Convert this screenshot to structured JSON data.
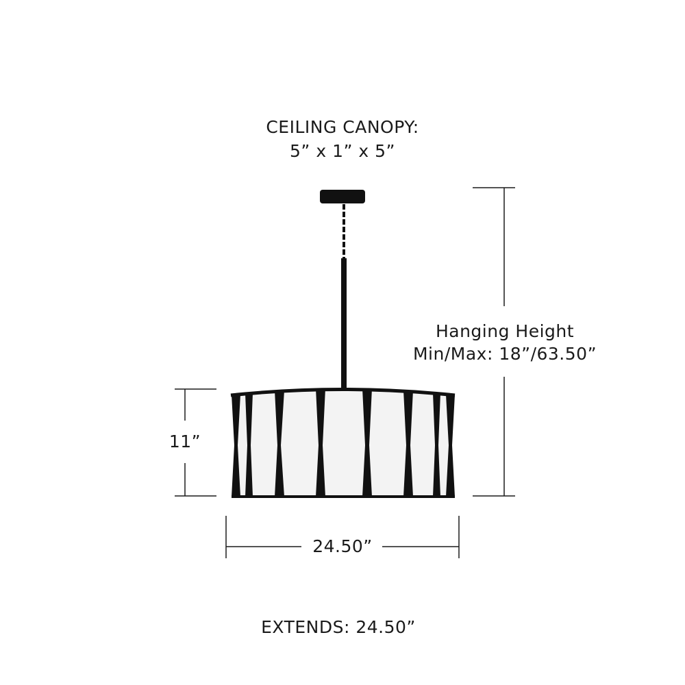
{
  "canopy": {
    "title": "CEILING CANOPY:",
    "size": "5” x 1” x 5”"
  },
  "hanging_height": {
    "title": "Hanging Height",
    "value": "Min/Max: 18”/63.50”"
  },
  "height_label": "11”",
  "width_label": "24.50”",
  "extends_label": "EXTENDS: 24.50”",
  "colors": {
    "line": "#1a1a1a",
    "fixture": "#111111",
    "shade": "#f3f3f3"
  }
}
